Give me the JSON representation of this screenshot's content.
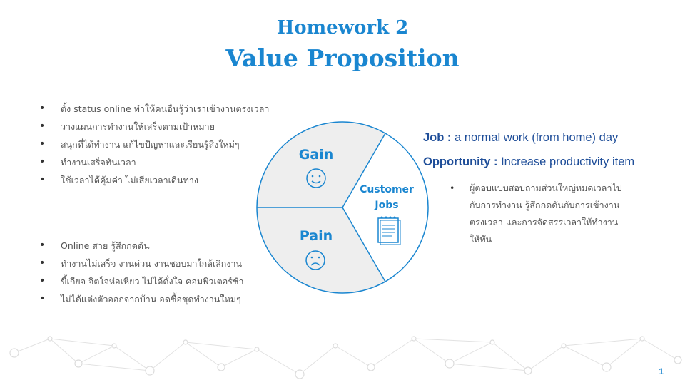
{
  "title": {
    "line1": "Homework 2",
    "line2": "Value Proposition"
  },
  "gains": [
    "ตั้ง status online ทำให้คนอื่นรู้ว่าเราเข้างานตรงเวลา",
    "วางแผนการทำงานให้เสร็จตามเป้าหมาย",
    "สนุกที่ได้ทำงาน  แก้ไขปัญหาและเรียนรู้สิ่งใหม่ๆ",
    "ทำงานเสร็จทันเวลา",
    "ใช้เวลาได้คุ้มค่า  ไม่เสียเวลาเดินทาง"
  ],
  "pains": [
    "Online สาย รู้สึกกดดัน",
    "ทำงานไม่เสร็จ  งานด่วน งานชอบมาใกล้เลิกงาน",
    "ขี้เกียจ จิตใจห่อเหี่ยว  ไม่ได้ดั่งใจ  คอมพิวเตอร์ช้า",
    "ไม่ได้แต่งตัวออกจากบ้าน  อดซื้อชุดทำงานใหม่ๆ"
  ],
  "diagram": {
    "gain_label": "Gain",
    "pain_label": "Pain",
    "jobs_label_1": "Customer",
    "jobs_label_2": "Jobs",
    "gain_icon": "smiley-icon",
    "pain_icon": "sad-face-icon",
    "jobs_icon": "notepad-icon"
  },
  "job": {
    "label": "Job :",
    "text": " a normal work (from home) day"
  },
  "opportunity": {
    "label": "Opportunity :",
    "text": " Increase productivity item"
  },
  "note_lines": [
    "ผู้ตอบแบบสอบถามส่วนใหญ่หมดเวลาไป",
    "กับการทำงาน  รู้สึกกดดันกับการเข้างาน",
    "ตรงเวลา  และการจัดสรรเวลาให้ทำงาน",
    "ให้ทัน"
  ],
  "page_number": "1",
  "colors": {
    "accent": "#1a86d0",
    "segment_fill": "#eeeeee",
    "job_text": "#1f4e99"
  }
}
